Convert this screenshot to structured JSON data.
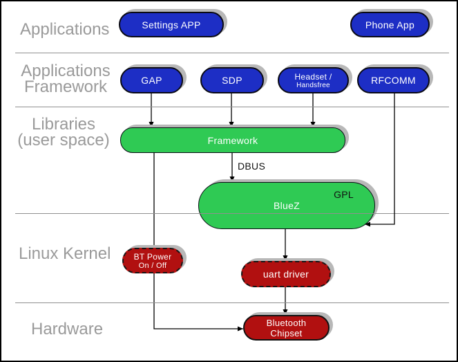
{
  "layers": {
    "applications": {
      "label": "Applications"
    },
    "app_framework": {
      "line1": "Applications",
      "line2": "Framework"
    },
    "libraries": {
      "line1": "Libraries",
      "line2": "(user space)"
    },
    "kernel": {
      "label": "Linux Kernel"
    },
    "hardware": {
      "label": "Hardware"
    }
  },
  "nodes": {
    "settings_app": {
      "label": "Settings APP"
    },
    "phone_app": {
      "label": "Phone App"
    },
    "gap": {
      "label": "GAP"
    },
    "sdp": {
      "label": "SDP"
    },
    "headset": {
      "line1": "Headset /",
      "line2": "Handsfree"
    },
    "rfcomm": {
      "label": "RFCOMM"
    },
    "framework": {
      "label": "Framework"
    },
    "bluez": {
      "label": "BlueZ",
      "license_badge": "GPL"
    },
    "bt_power": {
      "line1": "BT Power",
      "line2": "On / Off"
    },
    "uart_driver": {
      "label": "uart driver"
    },
    "bt_chipset": {
      "line1": "Bluetooth",
      "line2": "Chipset"
    }
  },
  "edge_labels": {
    "dbus": "DBUS"
  },
  "colors": {
    "application_node_blue": "#1d2ec5",
    "userspace_node_green": "#2fca54",
    "kernel_node_red": "#b11010",
    "layer_label_gray": "#9a9a9a",
    "divider_gray": "#8f8f8f",
    "shadow_gray": "#b8b8b8",
    "node_text": "#ffffff",
    "edge_label_text": "#111111"
  }
}
